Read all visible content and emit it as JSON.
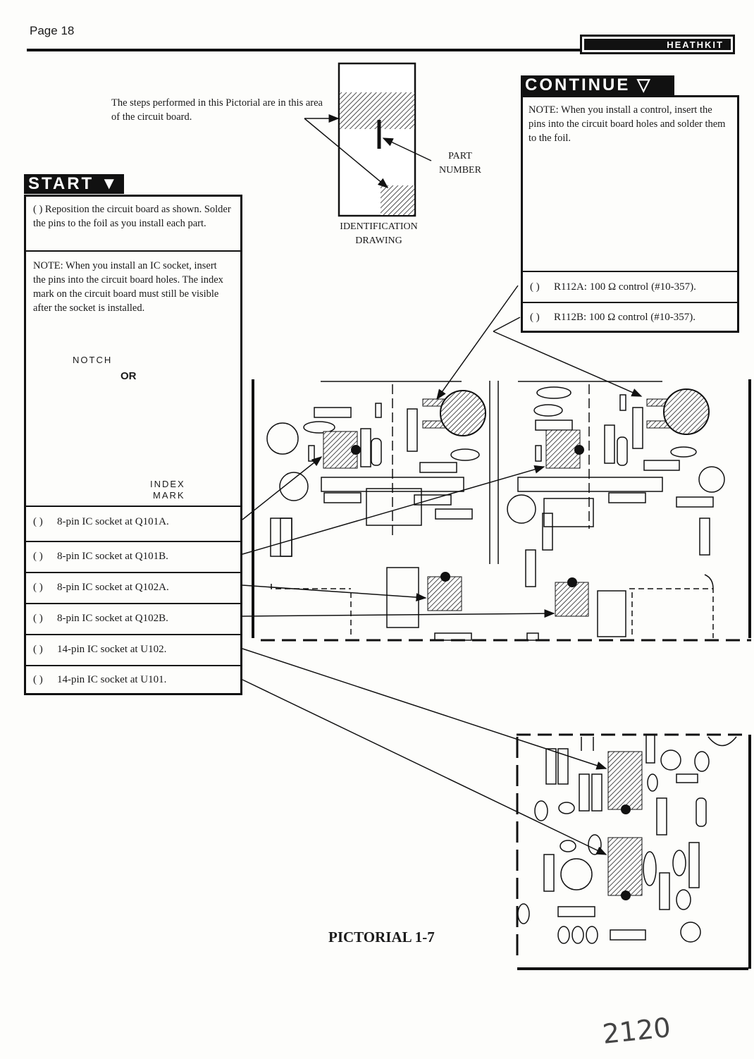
{
  "page": {
    "label": "Page",
    "number": "18"
  },
  "brand": {
    "logo_text": "HEATHKIT"
  },
  "area_note": "The steps performed in this Pictorial are in this area of the circuit board.",
  "id_drawing": {
    "part_number_label": "PART NUMBER",
    "caption": "IDENTIFICATION DRAWING"
  },
  "start": {
    "header": "START",
    "reposition_step": "( ) Reposition the circuit board as shown. Solder the pins to the foil as you install each part.",
    "note": "NOTE: When you install an IC socket, insert the pins into the circuit board holes. The index mark on the circuit board must still be visible after the socket is installed.",
    "figure_labels": {
      "notch": "NOTCH",
      "or": "OR",
      "index": "INDEX",
      "mark": "MARK"
    },
    "steps": [
      {
        "check": "( )",
        "text": "8-pin IC socket at Q101A."
      },
      {
        "check": "( )",
        "text": "8-pin IC socket at Q101B."
      },
      {
        "check": "( )",
        "text": "8-pin IC socket at Q102A."
      },
      {
        "check": "( )",
        "text": "8-pin IC socket at Q102B."
      },
      {
        "check": "( )",
        "text": "14-pin IC socket at U102."
      },
      {
        "check": "( )",
        "text": "14-pin IC socket at U101."
      }
    ]
  },
  "continue": {
    "header": "CONTINUE",
    "note": "NOTE: When you install a control, insert the pins into the circuit board holes and solder them to the foil.",
    "steps": [
      {
        "check": "( )",
        "text": "R112A: 100 Ω control (#10-357)."
      },
      {
        "check": "( )",
        "text": "R112B: 100 Ω control (#10-357)."
      }
    ]
  },
  "caption": "PICTORIAL 1-7",
  "handwritten_note": "2120"
}
